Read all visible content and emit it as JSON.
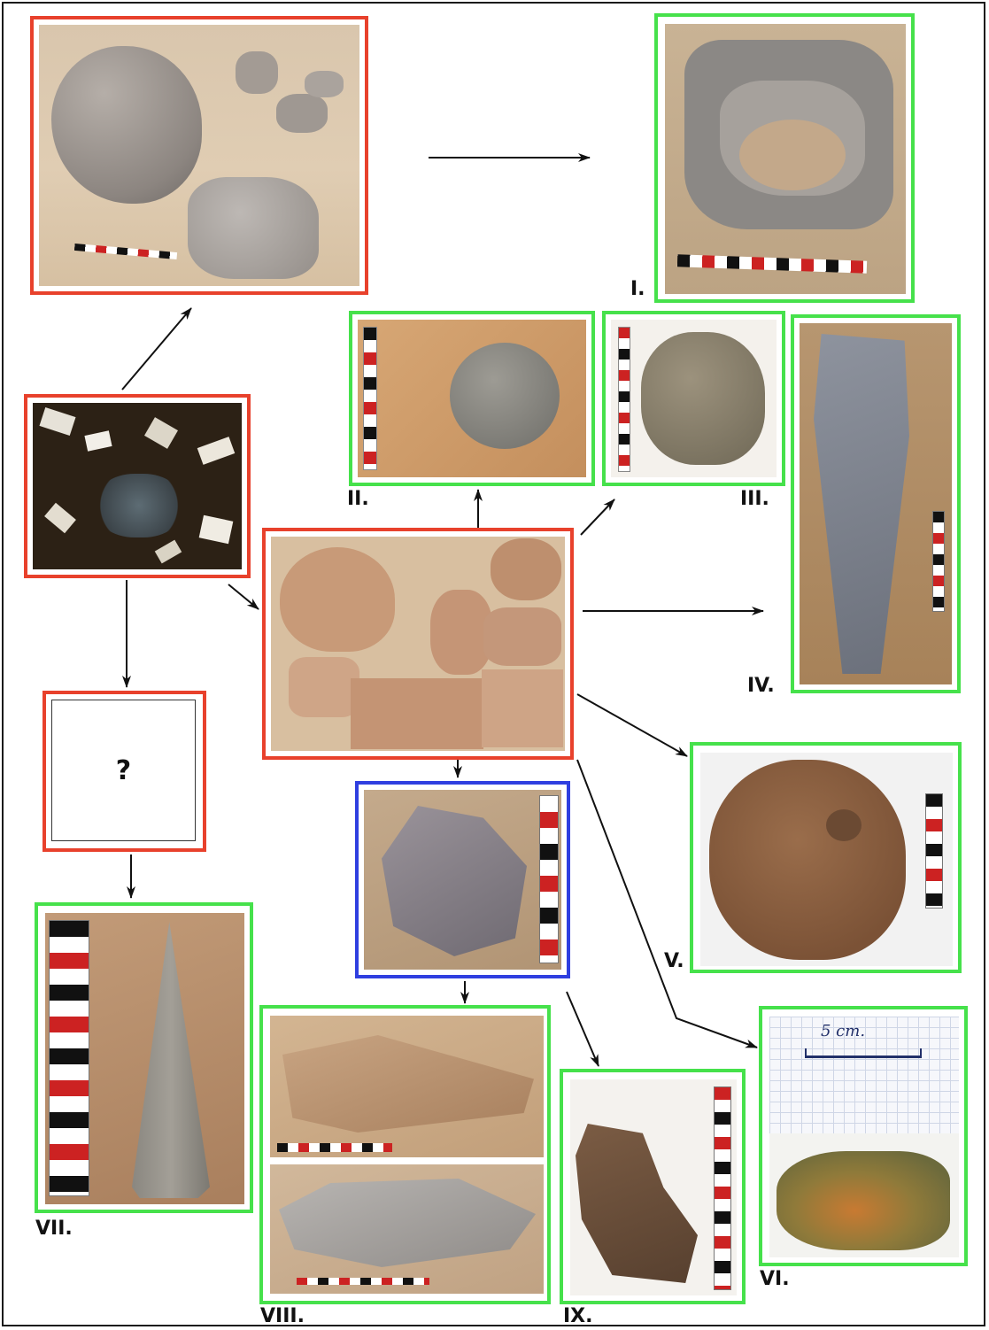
{
  "colors": {
    "raw_material_frame": "#e8412c",
    "product_frame": "#46e14b",
    "intermediate_frame": "#2f3fe0",
    "arrow": "#111111"
  },
  "unknown_box": {
    "text": "?"
  },
  "labels": {
    "I": "I.",
    "II": "II.",
    "III": "III.",
    "IV": "IV.",
    "V": "V.",
    "VI": "VI.",
    "VII": "VII.",
    "VIII": "VIII.",
    "IX": "IX."
  },
  "scale_note": "5 cm."
}
